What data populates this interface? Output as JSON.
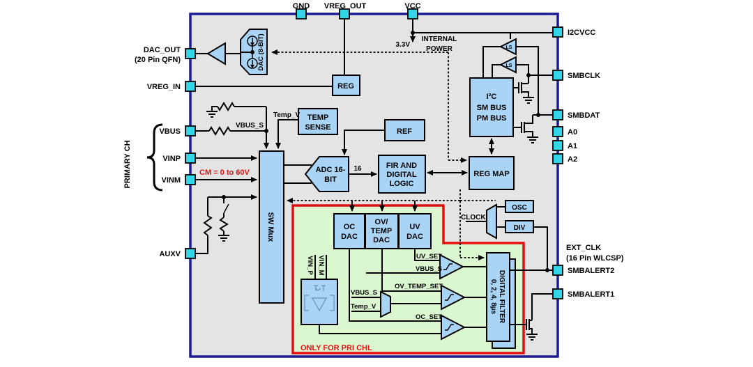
{
  "colors": {
    "chip_bg": "#e4e4e4",
    "chip_border": "#1c1c96",
    "block_fill": "#a9d4f5",
    "pin_fill": "#33d6e6",
    "green_fill": "#dbf7d0",
    "red_accent": "#e01010",
    "wire": "#000000"
  },
  "pins": {
    "top": [
      "GND",
      "VREG_OUT",
      "VCC"
    ],
    "left": [
      "DAC_OUT",
      "(20 Pin QFN)",
      "VREG_IN",
      "VBUS",
      "VINP",
      "VINM",
      "AUXV"
    ],
    "right": [
      "I2CVCC",
      "SMBCLK",
      "SMBDAT",
      "A0",
      "A1",
      "A2",
      "EXT_CLK",
      "(16 Pin WLCSP)",
      "SMBALERT2",
      "SMBALERT1"
    ]
  },
  "blocks": {
    "dac": "DAC (8-BIT)",
    "reg": "REG",
    "temp_sense": [
      "TEMP",
      "SENSE"
    ],
    "ref": "REF",
    "adc": [
      "ADC 16-",
      "BIT"
    ],
    "fir": [
      "FIR AND",
      "DIGITAL",
      "LOGIC"
    ],
    "reg_map": "REG MAP",
    "i2c": [
      "I²C",
      "SM BUS",
      "PM BUS"
    ],
    "osc": "OSC",
    "div": "DIV",
    "ls": "LS",
    "sw_mux": "SW Mux",
    "oc_dac": [
      "OC",
      "DAC"
    ],
    "ov_temp_dac": [
      "OV/",
      "TEMP",
      "DAC"
    ],
    "uv_dac": [
      "UV",
      "DAC"
    ],
    "digital_filter": [
      "DIGITAL FILTER",
      "0, 2, 4, 8µs"
    ]
  },
  "labels": {
    "internal_power": [
      "INTERNAL",
      "POWER"
    ],
    "v33": "3.3V",
    "temp_v": "Temp_V",
    "vbus_s": "VBUS_S",
    "cm_range": "CM = 0 to 60V",
    "primary_ch": "PRIMARY CH",
    "clock": "CLOCK",
    "adc_bus_width": "16",
    "uv_set": "UV_SET",
    "vbus_s_comp": "VBUS_S",
    "ov_temp_set": "OV_TEMP_SET",
    "oc_set": "OC_SET",
    "vbus_s_mux": "VBUS_S",
    "temp_v_mux": "Temp_V",
    "vin_p": "VIN_P",
    "vin_m": "VIN_M",
    "only_pri": "ONLY FOR PRI CHL"
  }
}
